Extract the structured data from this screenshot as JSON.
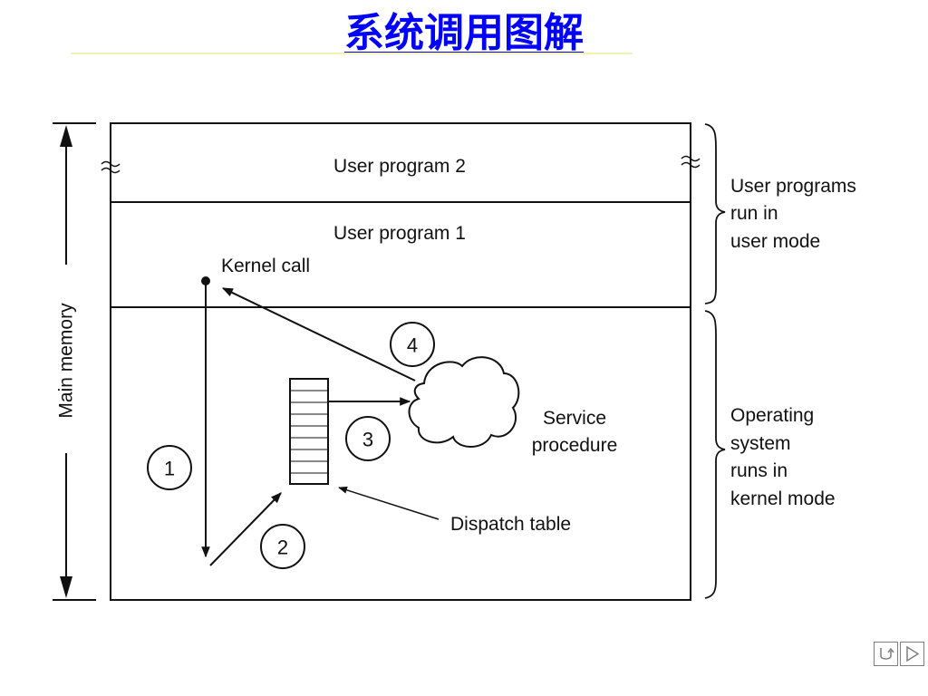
{
  "slide": {
    "title": "系统调用图解",
    "title_color": "#0000ff"
  },
  "diagram": {
    "memory_label": "Main memory",
    "regions": {
      "user_program_2": "User program 2",
      "user_program_1": "User program 1"
    },
    "labels": {
      "kernel_call": "Kernel call",
      "service_line1": "Service",
      "service_line2": "procedure",
      "dispatch_table": "Dispatch table"
    },
    "steps": [
      "1",
      "2",
      "3",
      "4"
    ],
    "user_mode_lines": [
      "User programs",
      "run in",
      "user mode"
    ],
    "kernel_mode_lines": [
      "Operating",
      "system",
      "runs in",
      "kernel mode"
    ]
  },
  "nav": {
    "return_icon": "return-icon",
    "next_icon": "next-triangle-icon"
  }
}
